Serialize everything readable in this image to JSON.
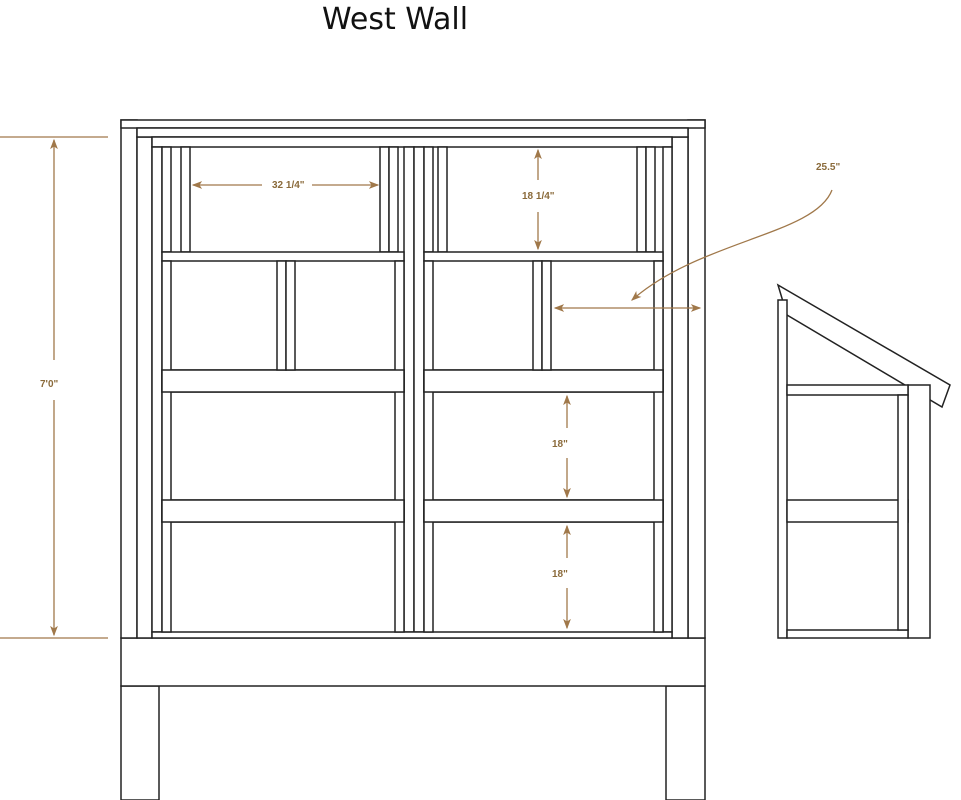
{
  "title": "West Wall",
  "dimensions": {
    "overall_height": "7'0\"",
    "top_window_width": "32 1/4\"",
    "top_window_height": "18 1/4\"",
    "bay_width": "25.5\"",
    "middle_bay_height": "18\"",
    "bottom_bay_height": "18\""
  },
  "colors": {
    "line": "#222222",
    "dimension": "#a0784a"
  }
}
